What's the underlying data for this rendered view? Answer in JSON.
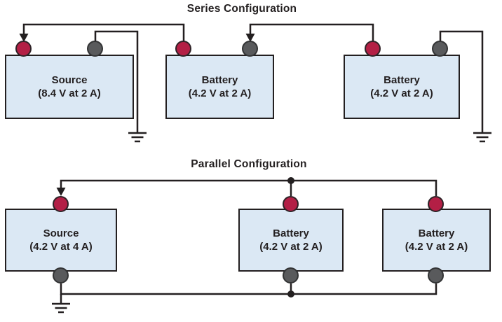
{
  "colors": {
    "background": "#ffffff",
    "box_fill": "#dbe8f4",
    "box_border": "#231f20",
    "wire": "#231f20",
    "terminal_positive_red": "#b31f45",
    "terminal_negative_gray": "#595a5c",
    "text": "#231f20"
  },
  "series": {
    "title": "Series Configuration",
    "boxes": [
      {
        "name": "Source",
        "spec": "(8.4 V at 2 A)"
      },
      {
        "name": "Battery",
        "spec": "(4.2 V at 2 A)"
      },
      {
        "name": "Battery",
        "spec": "(4.2 V at 2 A)"
      }
    ]
  },
  "parallel": {
    "title": "Parallel Configuration",
    "boxes": [
      {
        "name": "Source",
        "spec": "(4.2 V at 4 A)"
      },
      {
        "name": "Battery",
        "spec": "(4.2 V at 2 A)"
      },
      {
        "name": "Battery",
        "spec": "(4.2 V at 2 A)"
      }
    ]
  }
}
